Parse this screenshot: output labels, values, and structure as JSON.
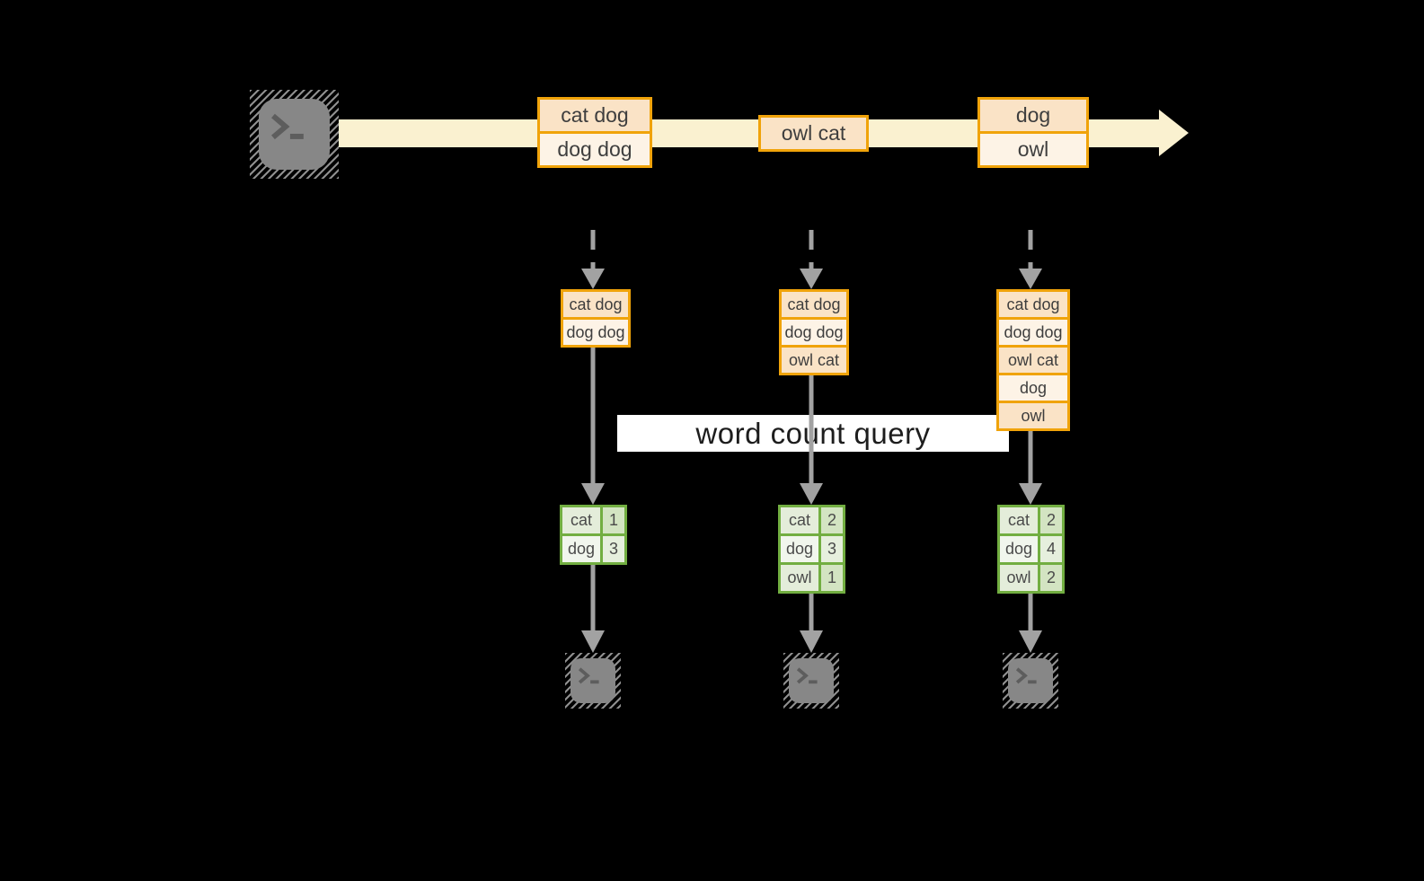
{
  "colors": {
    "background": "#000000",
    "stream_band": "#faf1d0",
    "amber_border": "#f0a30a",
    "row_peach": "#fae3c6",
    "row_cream": "#fdf3e6",
    "green_border": "#72ae41",
    "green_cell_word_odd": "#e4edda",
    "green_cell_count_odd": "#d3e4c2",
    "green_cell_word_even": "#f1f6ed",
    "green_cell_count_even": "#e6efdd",
    "arrow_gray": "#a2a2a2",
    "terminal_gray": "#878787",
    "query_band": "#ffffff",
    "text": "#3e3e3e"
  },
  "stream": {
    "events": [
      {
        "lines": [
          "cat dog",
          "dog dog"
        ]
      },
      {
        "lines": [
          "owl cat"
        ]
      },
      {
        "lines": [
          "dog",
          "owl"
        ]
      }
    ]
  },
  "query": {
    "label": "word count query"
  },
  "columns": [
    {
      "buffer": [
        "cat dog",
        "dog dog"
      ],
      "counts": [
        {
          "word": "cat",
          "count": "1"
        },
        {
          "word": "dog",
          "count": "3"
        }
      ]
    },
    {
      "buffer": [
        "cat dog",
        "dog dog",
        "owl cat"
      ],
      "counts": [
        {
          "word": "cat",
          "count": "2"
        },
        {
          "word": "dog",
          "count": "3"
        },
        {
          "word": "owl",
          "count": "1"
        }
      ]
    },
    {
      "buffer": [
        "cat dog",
        "dog dog",
        "owl cat",
        "dog",
        "owl"
      ],
      "counts": [
        {
          "word": "cat",
          "count": "2"
        },
        {
          "word": "dog",
          "count": "4"
        },
        {
          "word": "owl",
          "count": "2"
        }
      ]
    }
  ]
}
